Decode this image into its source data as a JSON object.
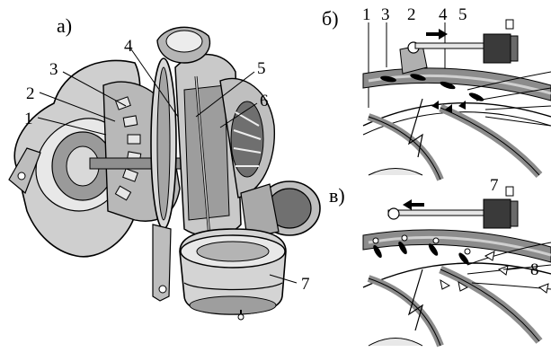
{
  "panels": {
    "a": {
      "letter": "а)",
      "labels": [
        "1",
        "2",
        "3",
        "4",
        "5",
        "6",
        "7"
      ]
    },
    "b": {
      "letter": "б)",
      "labels": [
        "1",
        "3",
        "2",
        "4",
        "5"
      ]
    },
    "v": {
      "letter": "в)",
      "labels": [
        "7",
        "8"
      ]
    }
  },
  "colors": {
    "ink": "#000000",
    "metal_light": "#d9d9d9",
    "metal_mid": "#a8a8a8",
    "metal_dark": "#5a5a5a",
    "housing_shadow": "#2b2b2b"
  },
  "icons": {
    "arrow_right": "arrow-right-icon",
    "arrow_left": "arrow-left-icon",
    "actuator": "actuator-icon"
  }
}
